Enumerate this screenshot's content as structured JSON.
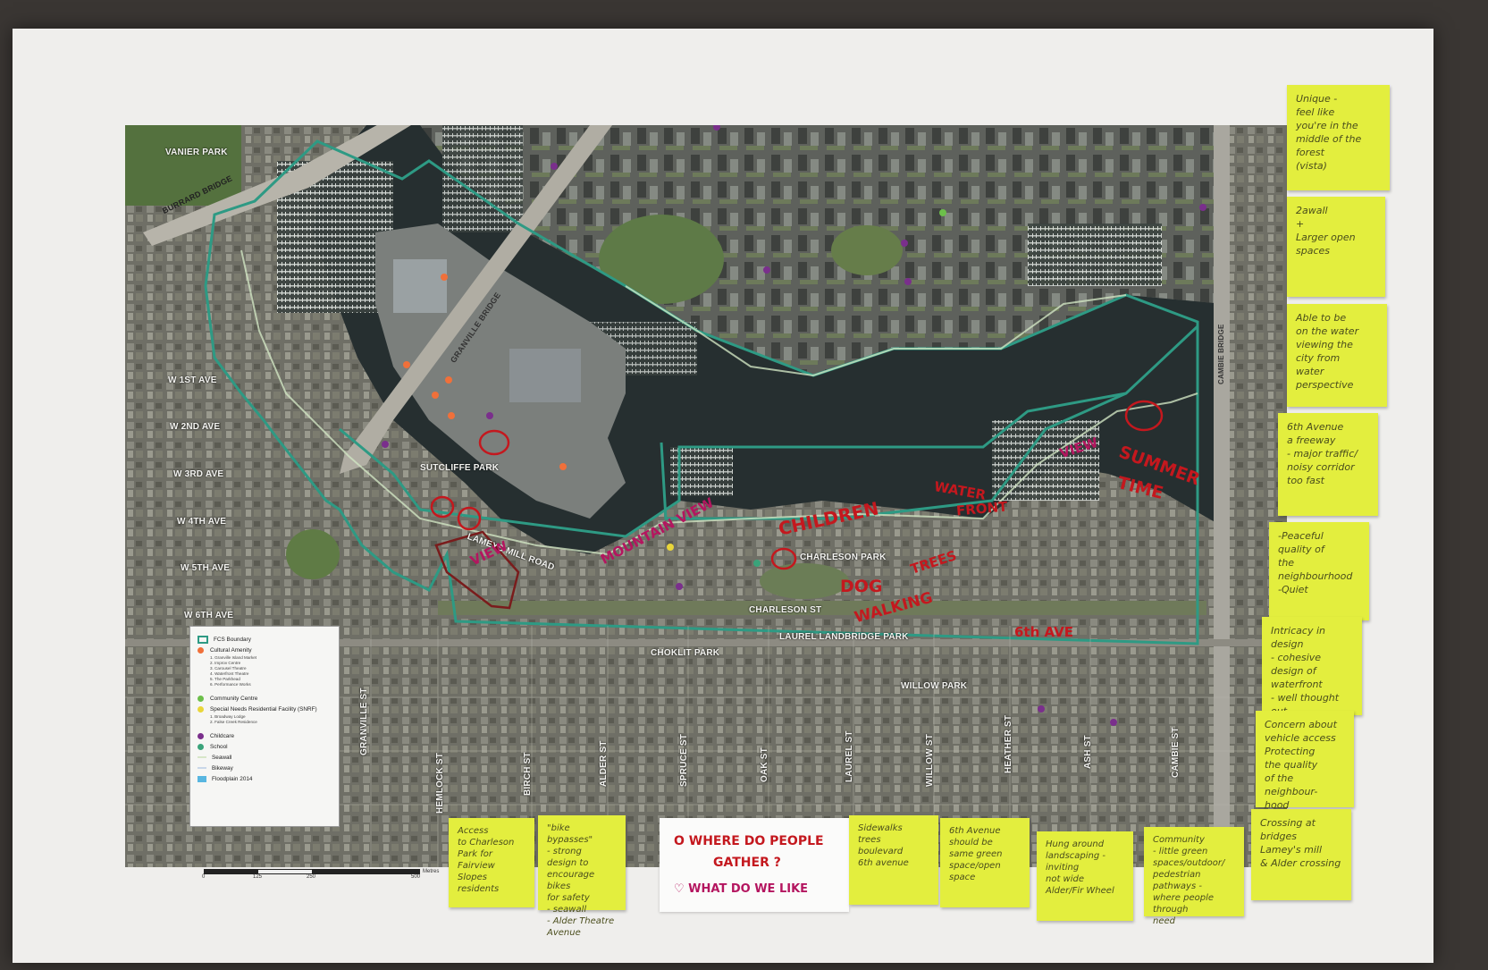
{
  "map_labels": {
    "vanier_park": "VANIER PARK",
    "burrard_bridge": "BURRARD BRIDGE",
    "granville_bridge": "GRANVILLE BRIDGE",
    "cambie_bridge": "CAMBIE BRIDGE",
    "w1st": "W 1ST AVE",
    "w2nd": "W 2ND AVE",
    "w3rd": "W 3RD AVE",
    "w4th": "W 4TH AVE",
    "w5th": "W 5TH AVE",
    "w6th": "W 6TH AVE",
    "sutcliffe": "SUTCLIFFE PARK",
    "lamey": "LAMEYS MILL ROAD",
    "charleson_park": "CHARLESON PARK",
    "charleson_st": "CHARLESON ST",
    "laurel": "LAUREL LANDBRIDGE PARK",
    "choklit": "CHOKLIT PARK",
    "willow_park": "WILLOW PARK",
    "granville_st": "GRANVILLE ST",
    "hemlock": "HEMLOCK ST",
    "birch": "BIRCH ST",
    "alder": "ALDER ST",
    "spruce": "SPRUCE ST",
    "oak": "OAK ST",
    "laurel_st": "LAUREL ST",
    "willow_st": "WILLOW ST",
    "heather": "HEATHER ST",
    "ash": "ASH ST",
    "cambie_st": "CAMBIE ST"
  },
  "legend": {
    "boundary": "FCS Boundary",
    "cultural": "Cultural Amenity",
    "cultural_items": [
      "1. Granville Island Market",
      "2. Improv Centre",
      "3. Carousel Theatre",
      "4. Waterfront Theatre",
      "5. The Parkhead",
      "6. Performance Works"
    ],
    "community": "Community Centre",
    "snrf": "Special Needs Residential Facility (SNRF)",
    "snrf_items": [
      "1. Broadway Lodge",
      "2. False Creek Residence"
    ],
    "childcare": "Childcare",
    "school": "School",
    "seawall": "Seawall",
    "bikeway": "Bikeway",
    "floodplain": "Floodplain 2014",
    "colors": {
      "boundary": "#2e9a84",
      "cultural": "#f0703a",
      "community": "#6cbf4a",
      "snrf": "#e9d63a",
      "childcare": "#7a2f8c",
      "school": "#3aa37a",
      "seawall": "#d7e6c8",
      "bikeway": "#c9d7e9",
      "floodplain": "#58b6e0"
    }
  },
  "scale": {
    "t0": "0",
    "t1": "125",
    "t2": "250",
    "t3": "500",
    "unit": "Metres"
  },
  "annotations": {
    "mountain_view": "MOUNTAIN VIEW",
    "view1": "VIEW",
    "view2": "VIEW",
    "summer": "SUMMER",
    "time": "TIME",
    "children": "CHILDREN",
    "water": "WATER",
    "front": "FRONT",
    "trees": "TREES",
    "dog": "DOG",
    "walking": "WALKING",
    "sixth": "6th AVE"
  },
  "right_notes": [
    "Unique -\nfeel like\nyou're in the\nmiddle of the\nforest\n(vista)",
    "2awall\n+\nLarger open\nspaces",
    "Able to be\non the water\nviewing the\ncity from\nwater perspective",
    "6th Avenue\na freeway\n- major traffic/\nnoisy corridor\ntoo fast",
    "-Peaceful\nquality of\nthe neighbourhood\n-Quiet",
    "Intricacy in\ndesign\n- cohesive\ndesign of\nwaterfront\n- well thought\nout",
    "Concern about\nvehicle access\nProtecting\nthe quality\nof the neighbour-\nhood",
    "Crossing at\nbridges\nLamey's mill\n& Alder crossing"
  ],
  "bottom_notes": [
    "Access\nto Charleson\nPark for\nFairview\nSlopes residents",
    "\"bike bypasses\"\n- strong\ndesign to\nencourage bikes\nfor safety\n- seawall\n- Alder Theatre Avenue",
    "Sidewalks\ntrees\nboulevard\n6th avenue",
    "6th Avenue\nshould be\nsame green\nspace/open\nspace",
    "Hung around\nlandscaping -\ninviting\nnot wide\nAlder/Fir Wheel",
    "Community\n- little green\nspaces/outdoor/\npedestrian\npathways -\nwhere people through\nneed"
  ],
  "gather": {
    "line1": "O WHERE DO PEOPLE",
    "line2": "GATHER ?",
    "line3": "♡ WHAT DO WE LIKE"
  }
}
